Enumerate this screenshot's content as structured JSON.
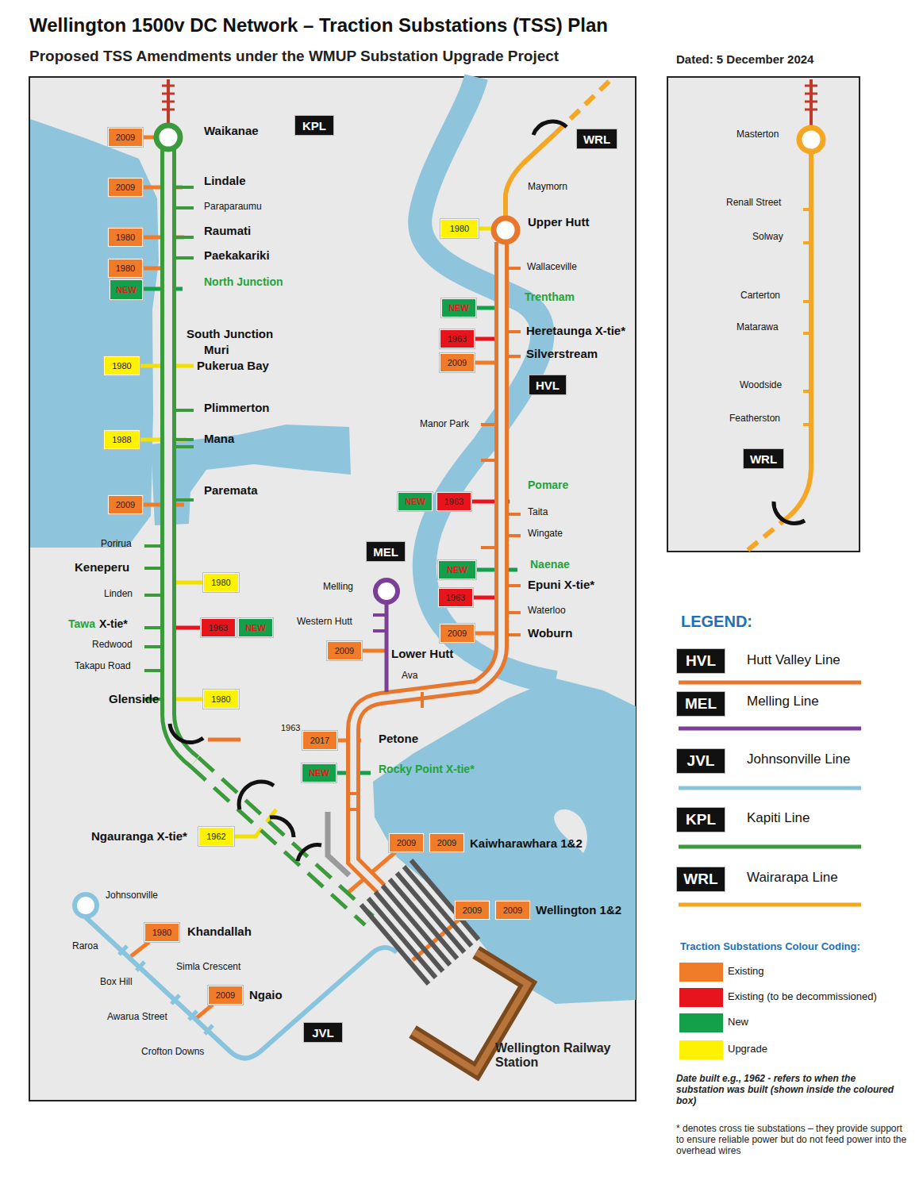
{
  "diagram": {
    "title": "Wellington 1500v DC Network – Traction Substations (TSS) Plan",
    "nodes": [
      {
        "text": [
          "2009"
        ]
      },
      {
        "text": [
          "2009"
        ]
      },
      {
        "text": [
          "1980"
        ]
      },
      {
        "text": [
          "1980"
        ]
      },
      {
        "text": [
          "NEW"
        ]
      },
      {
        "text": [
          "1980"
        ]
      },
      {
        "text": [
          "1988"
        ]
      },
      {
        "text": [
          "2009"
        ]
      },
      {
        "text": [
          "1980"
        ]
      },
      {
        "text": [
          "1963"
        ]
      },
      {
        "text": [
          "NEW"
        ]
      },
      {
        "text": [
          "1980"
        ]
      },
      {
        "text": [
          "1962"
        ]
      },
      {
        "text": [
          "KPL"
        ]
      },
      {
        "text": [
          "WRL"
        ]
      },
      {
        "text": [
          "1980"
        ]
      },
      {
        "text": [
          "NEW"
        ]
      },
      {
        "text": [
          "1963"
        ]
      },
      {
        "text": [
          "2009"
        ]
      },
      {
        "text": [
          "HVL"
        ]
      },
      {
        "text": [
          "NEW"
        ]
      },
      {
        "text": [
          "1963"
        ]
      },
      {
        "text": [
          "NEW"
        ]
      },
      {
        "text": [
          "1963"
        ]
      },
      {
        "text": [
          "2009"
        ]
      },
      {
        "text": [
          "MEL"
        ]
      },
      {
        "text": [
          "2009"
        ]
      },
      {
        "text": [
          "2017"
        ]
      },
      {
        "text": [
          "NEW"
        ]
      },
      {
        "text": [
          "2009"
        ]
      },
      {
        "text": [
          "2009"
        ]
      },
      {
        "text": [
          "2009"
        ]
      },
      {
        "text": [
          "2009"
        ]
      },
      {
        "text": [
          "1980"
        ]
      },
      {
        "text": [
          "2009"
        ]
      },
      {
        "text": [
          "JVL"
        ]
      },
      {
        "text": [
          "WRL"
        ]
      },
      {
        "text": [
          "HVL"
        ]
      },
      {
        "text": [
          "MEL"
        ]
      },
      {
        "text": [
          "JVL"
        ]
      },
      {
        "text": [
          "KPL"
        ]
      },
      {
        "text": [
          "WRL"
        ]
      }
    ],
    "labels": [
      "Proposed TSS Amendments under the WMUP Substation Upgrade Project",
      "Dated: 5 December 2024",
      "Waikanae",
      "Lindale",
      "Paraparaumu",
      "Raumati",
      "Paekakariki",
      "North Junction",
      "South Junction",
      "Muri",
      "Pukerua Bay",
      "Plimmerton",
      "Mana",
      "Paremata",
      "Porirua",
      "Keneperu",
      "Linden",
      "Tawa",
      "X-tie*",
      "Redwood",
      "Takapu Road",
      "Glenside",
      "1963",
      "Ngauranga X-tie*",
      "Maymorn",
      "Upper Hutt",
      "Wallaceville",
      "Trentham",
      "Heretaunga X-tie*",
      "Silverstream",
      "Manor Park",
      "Pomare",
      "Taita",
      "Wingate",
      "Naenae",
      "Epuni X-tie*",
      "Waterloo",
      "Woburn",
      "Melling",
      "Western Hutt",
      "Lower Hutt",
      "Ava",
      "Petone",
      "Rocky Point X-tie*",
      "Kaiwharawhara 1&2",
      "Wellington 1&2",
      "Wellington Railway Station",
      "Johnsonville",
      "Raroa",
      "Khandallah",
      "Box Hill",
      "Simla Crescent",
      "Awarua Street",
      "Ngaio",
      "Crofton Downs",
      "Masterton",
      "Renall Street",
      "Solway",
      "Carterton",
      "Matarawa",
      "Woodside",
      "Featherston",
      "LEGEND:",
      "Traction Substations Colour Coding:",
      "Date built e.g., 1962 - refers to when the substation was built (shown inside the coloured box)",
      "* denotes cross tie substations – they provide support to ensure reliable power but do not feed power into the overhead wires"
    ],
    "legend": [
      {
        "text": "Hutt Valley Line"
      },
      {
        "text": "Melling Line"
      },
      {
        "text": "Johnsonville Line"
      },
      {
        "text": "Kapiti Line"
      },
      {
        "text": "Wairarapa Line"
      },
      {
        "text": "Existing",
        "color": "#f07c2a"
      },
      {
        "text": "Existing (to be decommissioned)",
        "color": "#e8141b"
      },
      {
        "text": "New",
        "color": "#14a04a"
      },
      {
        "text": "Upgrade",
        "color": "#fff200"
      }
    ]
  }
}
